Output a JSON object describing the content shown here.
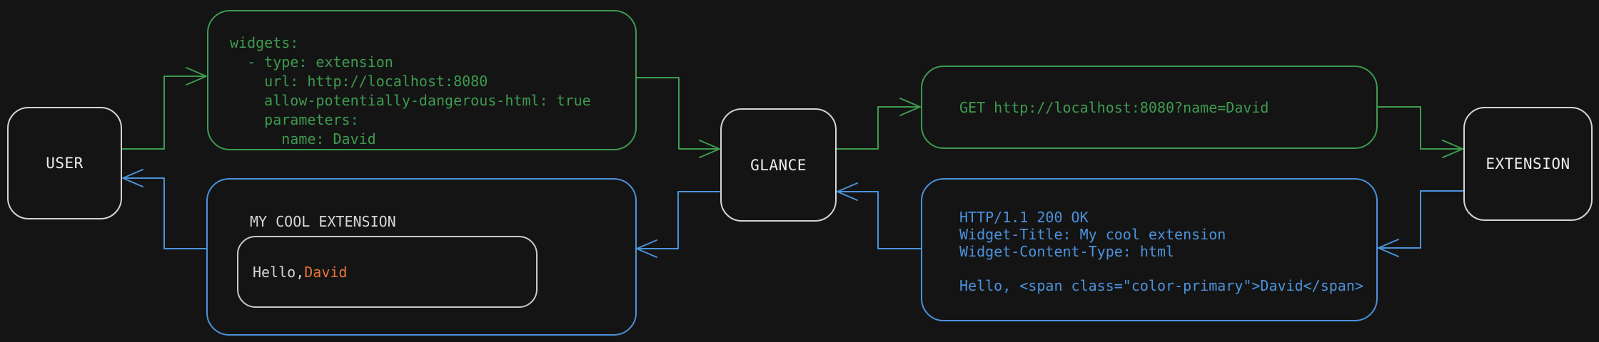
{
  "diagram": {
    "nodes": {
      "user": "USER",
      "glance": "GLANCE",
      "extension": "EXTENSION"
    },
    "config_box": {
      "code": "widgets:\n  - type: extension\n    url: http://localhost:8080\n    allow-potentially-dangerous-html: true\n    parameters:\n      name: David"
    },
    "request_box": {
      "code": "GET http://localhost:8080?name=David"
    },
    "response_box": {
      "code": "HTTP/1.1 200 OK\nWidget-Title: My cool extension\nWidget-Content-Type: html\n\nHello, <span class=\"color-primary\">David</span>"
    },
    "widget_box": {
      "title": "MY COOL EXTENSION",
      "greeting_prefix": "Hello, ",
      "greeting_name": "David"
    },
    "colors": {
      "green": "#3e9b4f",
      "blue": "#4c92dc",
      "orange": "#e8743a",
      "node_border": "#d4d4d4",
      "text": "#ececec",
      "background": "#141414"
    }
  }
}
